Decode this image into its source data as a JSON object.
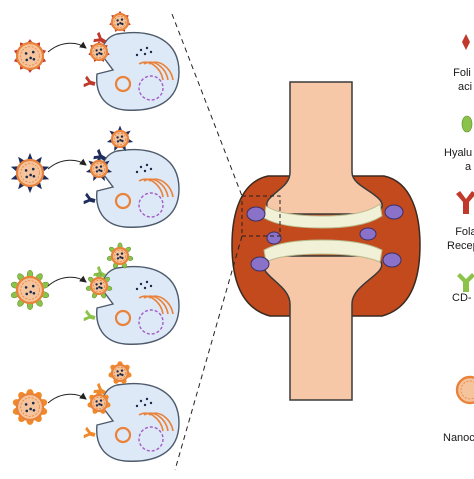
{
  "legend": [
    {
      "key": "folic",
      "lines": [
        "Foli",
        "aci"
      ]
    },
    {
      "key": "hyaluronic",
      "lines": [
        "Hyalu",
        "a"
      ]
    },
    {
      "key": "folate_receptor",
      "lines": [
        "Fola",
        "Recep"
      ]
    },
    {
      "key": "cd44",
      "lines": [
        "CD-"
      ]
    },
    {
      "key": "nanocarrier",
      "lines": [
        "Nanoc"
      ]
    }
  ],
  "colors": {
    "particle_fill": "#f5c49c",
    "particle_ring": "#e9823a",
    "cell_fill": "#dde9f6",
    "cell_stroke": "#4d5a6b",
    "vesicle": "#a35cc8",
    "bone": "#f7c8a8",
    "bone_stroke": "#3a3a3a",
    "synovium": "#c24a1d",
    "cartilage": "#f1f1d8",
    "joint_cell": "#8a72c8",
    "folic_ligand": "#c0392b",
    "folate_receptor": "#c0392b",
    "hyaluronic_ligand": "#1f2d5c",
    "hyaluronic_receptor": "#1f2d5c",
    "green_ligand": "#8bc34a",
    "orange_ligand": "#f0892a"
  },
  "rows": [
    {
      "ligand": "red-diamond",
      "receptor": "red-y"
    },
    {
      "ligand": "navy-spike",
      "receptor": "navy-y"
    },
    {
      "ligand": "green-oval",
      "receptor": "green-y"
    },
    {
      "ligand": "orange-bump",
      "receptor": "orange-y"
    }
  ]
}
